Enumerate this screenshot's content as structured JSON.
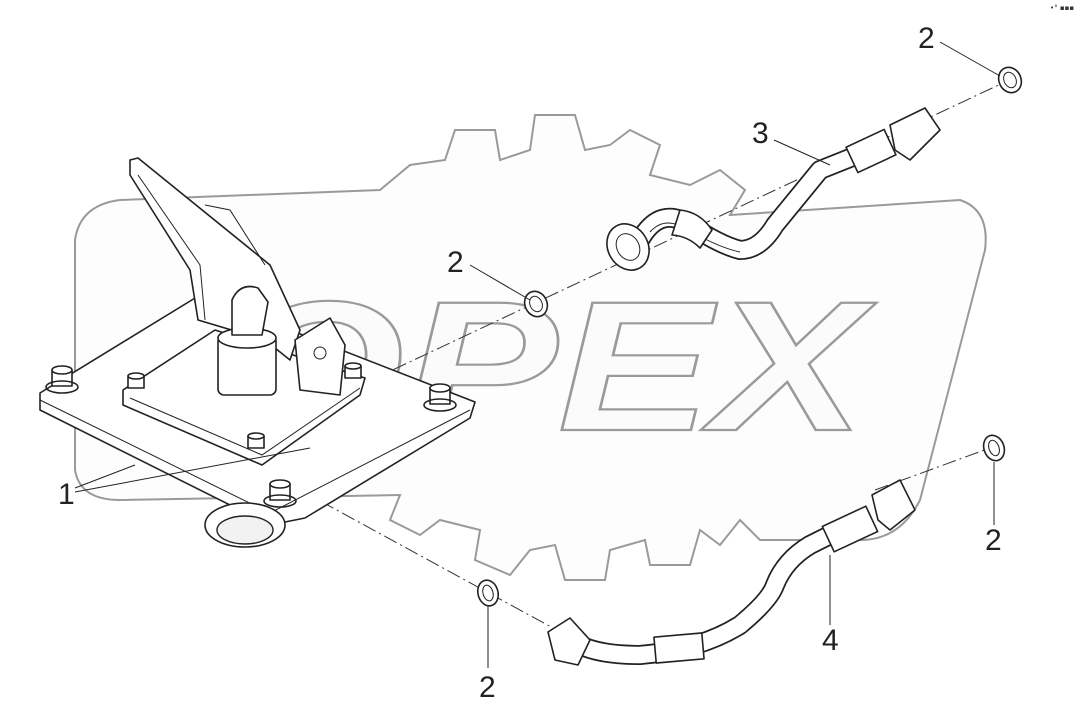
{
  "corner_mark": "•° ▪▪▪",
  "watermark": {
    "text": "OPEX"
  },
  "callouts": [
    {
      "id": "c1",
      "text": "1"
    },
    {
      "id": "c2a",
      "text": "2"
    },
    {
      "id": "c2b",
      "text": "2"
    },
    {
      "id": "c2c",
      "text": "2"
    },
    {
      "id": "c2d",
      "text": "2"
    },
    {
      "id": "c3",
      "text": "3"
    },
    {
      "id": "c4",
      "text": "4"
    }
  ]
}
